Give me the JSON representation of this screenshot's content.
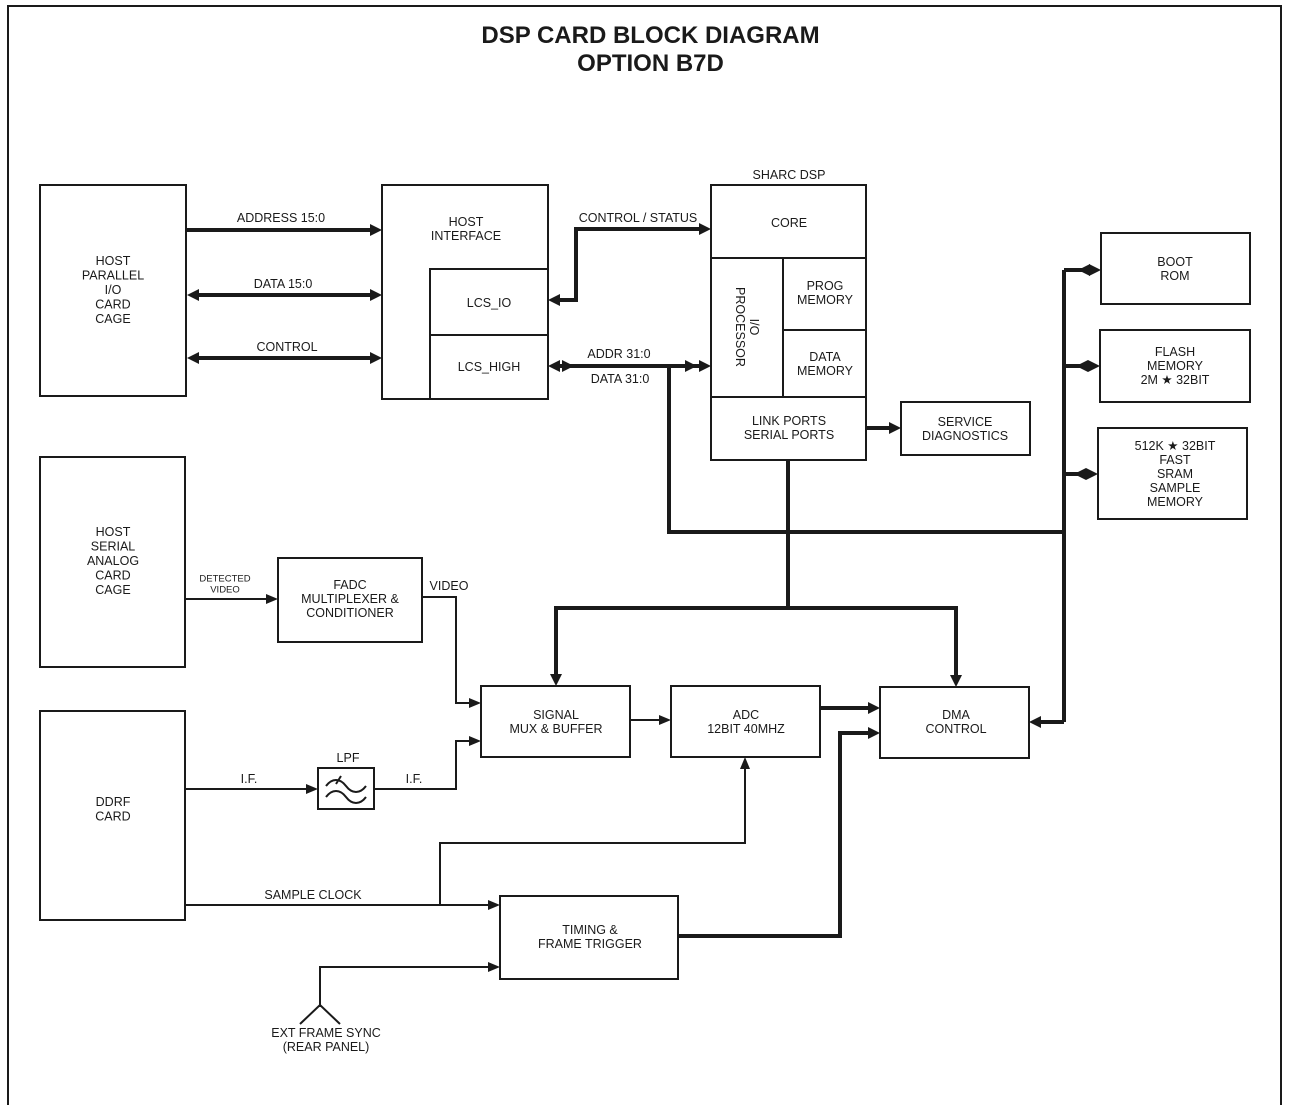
{
  "title": {
    "line1": "DSP CARD BLOCK DIAGRAM",
    "line2": "OPTION B7D"
  },
  "blocks": {
    "host_parallel": [
      "HOST",
      "PARALLEL",
      "I/O",
      "CARD",
      "CAGE"
    ],
    "host_interface": [
      "HOST",
      "INTERFACE"
    ],
    "lcs_io": [
      "LCS_IO"
    ],
    "lcs_high": [
      "LCS_HIGH"
    ],
    "sharc_label": "SHARC DSP",
    "core": [
      "CORE"
    ],
    "io_processor": [
      "I/O",
      "PROCESSOR"
    ],
    "prog_memory": [
      "PROG",
      "MEMORY"
    ],
    "data_memory": [
      "DATA",
      "MEMORY"
    ],
    "link_ports": [
      "LINK PORTS",
      "SERIAL PORTS"
    ],
    "service_diag": [
      "SERVICE",
      "DIAGNOSTICS"
    ],
    "boot_rom": [
      "BOOT",
      "ROM"
    ],
    "flash": [
      "FLASH",
      "MEMORY",
      "2M ★ 32BIT"
    ],
    "sram": [
      "512K ★ 32BIT",
      "FAST",
      "SRAM",
      "SAMPLE",
      "MEMORY"
    ],
    "host_serial": [
      "HOST",
      "SERIAL",
      "ANALOG",
      "CARD",
      "CAGE"
    ],
    "fadc": [
      "FADC",
      "MULTIPLEXER &",
      "CONDITIONER"
    ],
    "signal_mux": [
      "SIGNAL",
      "MUX  &  BUFFER"
    ],
    "adc": [
      "ADC",
      "12BIT  40MHZ"
    ],
    "dma": [
      "DMA",
      "CONTROL"
    ],
    "ddrf": [
      "DDRF",
      "CARD"
    ],
    "timing": [
      "TIMING  &",
      "FRAME TRIGGER"
    ],
    "ext_sync": [
      "EXT FRAME SYNC",
      "(REAR PANEL)"
    ]
  },
  "labels": {
    "address": "ADDRESS 15:0",
    "data": "DATA 15:0",
    "control": "CONTROL",
    "control_status": "CONTROL / STATUS",
    "addr31": "ADDR  31:0",
    "data31": "DATA  31:0",
    "detected_video": [
      "DETECTED",
      "VIDEO"
    ],
    "video": "VIDEO",
    "lpf": "LPF",
    "if_in": "I.F.",
    "if_out": "I.F.",
    "sample_clock": "SAMPLE CLOCK"
  }
}
